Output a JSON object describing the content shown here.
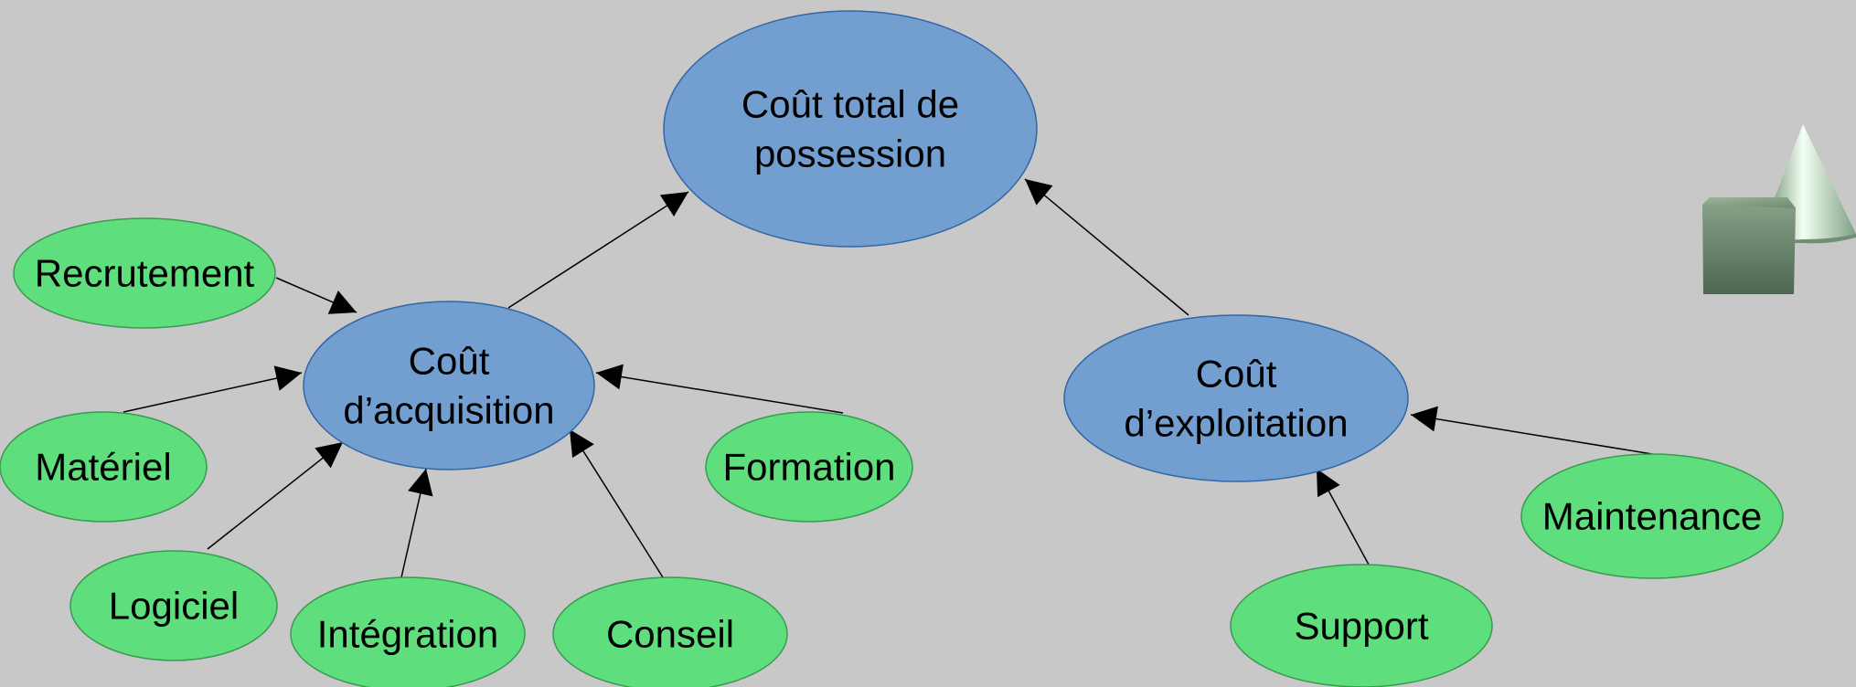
{
  "colors": {
    "background": "#c8c8c8",
    "main_node_fill": "#729fcf",
    "main_node_stroke": "#3465a4",
    "leaf_node_fill": "#5fde7d",
    "leaf_node_stroke": "#3a9a52",
    "edge": "#000000",
    "text": "#000000"
  },
  "nodes": {
    "total": {
      "lines": [
        "Coût total de",
        "possession"
      ],
      "kind": "main"
    },
    "acquisition": {
      "lines": [
        "Coût",
        "d’acquisition"
      ],
      "kind": "main"
    },
    "exploitation": {
      "lines": [
        "Coût",
        "d’exploitation"
      ],
      "kind": "main"
    },
    "recrutement": {
      "lines": [
        "Recrutement"
      ],
      "kind": "leaf"
    },
    "materiel": {
      "lines": [
        "Matériel"
      ],
      "kind": "leaf"
    },
    "logiciel": {
      "lines": [
        "Logiciel"
      ],
      "kind": "leaf"
    },
    "integration": {
      "lines": [
        "Intégration"
      ],
      "kind": "leaf"
    },
    "conseil": {
      "lines": [
        "Conseil"
      ],
      "kind": "leaf"
    },
    "formation": {
      "lines": [
        "Formation"
      ],
      "kind": "leaf"
    },
    "maintenance": {
      "lines": [
        "Maintenance"
      ],
      "kind": "leaf"
    },
    "support": {
      "lines": [
        "Support"
      ],
      "kind": "leaf"
    }
  },
  "edges": [
    {
      "from": "acquisition",
      "to": "total"
    },
    {
      "from": "exploitation",
      "to": "total"
    },
    {
      "from": "recrutement",
      "to": "acquisition"
    },
    {
      "from": "materiel",
      "to": "acquisition"
    },
    {
      "from": "logiciel",
      "to": "acquisition"
    },
    {
      "from": "integration",
      "to": "acquisition"
    },
    {
      "from": "conseil",
      "to": "acquisition"
    },
    {
      "from": "formation",
      "to": "acquisition"
    },
    {
      "from": "maintenance",
      "to": "exploitation"
    },
    {
      "from": "support",
      "to": "exploitation"
    }
  ],
  "decoration": {
    "icon": "3d-shapes-icon"
  }
}
